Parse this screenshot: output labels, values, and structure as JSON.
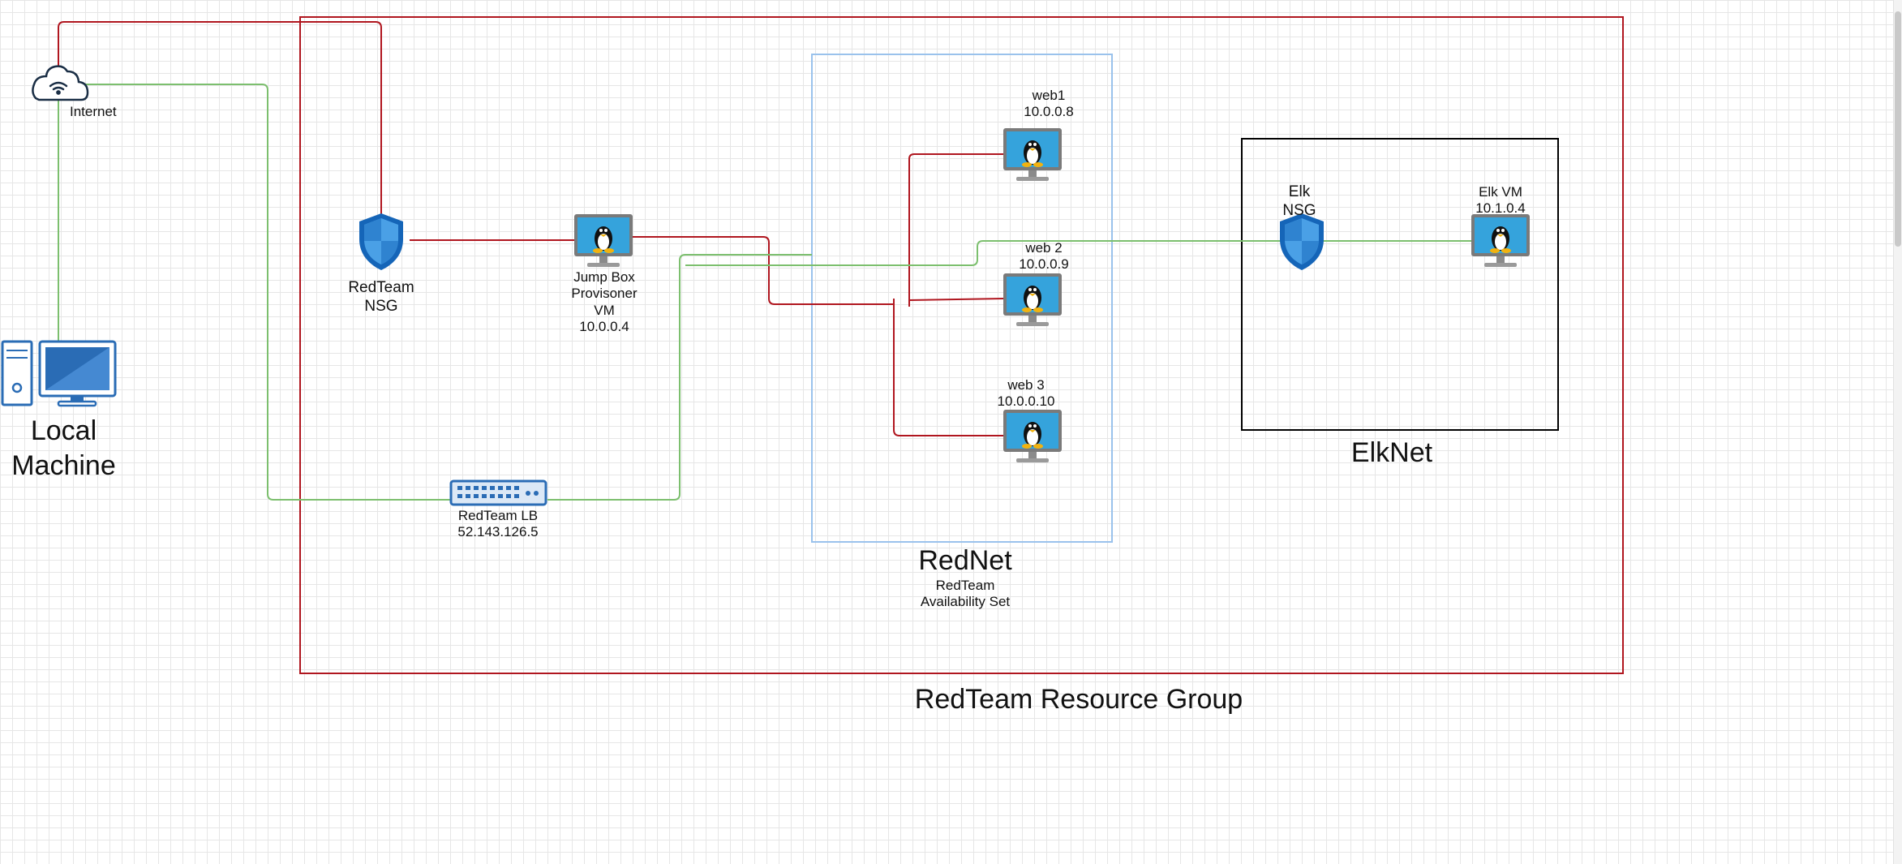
{
  "colors": {
    "red": "#b0161f",
    "green": "#7cbf6e",
    "blue_box": "#9ac2ec",
    "black_box": "#000000"
  },
  "groups": {
    "resource_group": "RedTeam Resource Group",
    "rednet": "RedNet",
    "availability_set": [
      "RedTeam",
      "Availability Set"
    ],
    "elknet": "ElkNet"
  },
  "nodes": {
    "internet": {
      "label": "Internet",
      "icon": "cloud-wifi-icon"
    },
    "local_machine": {
      "label": [
        "Local",
        "Machine"
      ],
      "icon": "desktop-computer-icon"
    },
    "redteam_nsg": {
      "label": [
        "RedTeam",
        "NSG"
      ],
      "icon": "shield-icon"
    },
    "jump_box": {
      "label": [
        "Jump Box",
        "Provisoner",
        "VM",
        "10.0.0.4"
      ],
      "icon": "linux-vm-icon"
    },
    "load_balancer": {
      "label": [
        "RedTeam LB",
        "52.143.126.5"
      ],
      "icon": "load-balancer-icon"
    },
    "web1": {
      "label": [
        "web1",
        "10.0.0.8"
      ],
      "icon": "linux-vm-icon"
    },
    "web2": {
      "label": [
        "web 2",
        "10.0.0.9"
      ],
      "icon": "linux-vm-icon"
    },
    "web3": {
      "label": [
        "web 3",
        "10.0.0.10"
      ],
      "icon": "linux-vm-icon"
    },
    "elk_nsg": {
      "label": [
        "Elk",
        "NSG"
      ],
      "icon": "shield-icon"
    },
    "elk_vm": {
      "label": [
        "Elk VM",
        "10.1.0.4"
      ],
      "icon": "linux-vm-icon"
    }
  }
}
